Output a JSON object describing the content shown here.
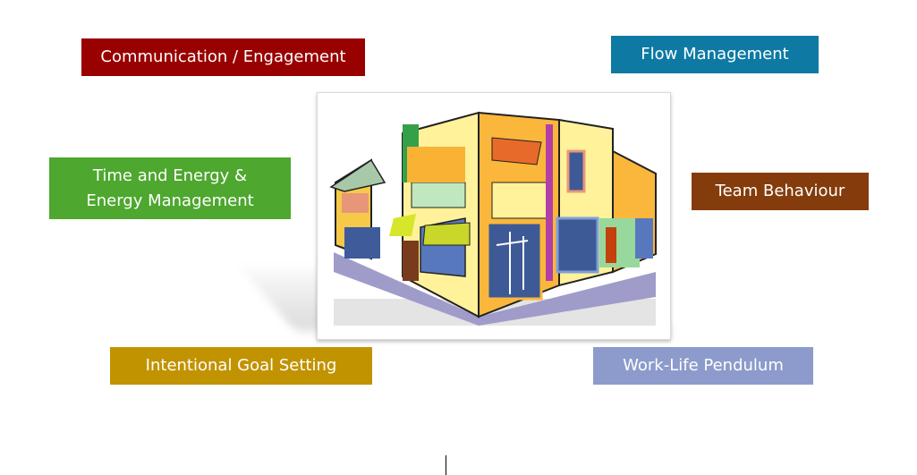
{
  "boxes": {
    "communication": {
      "label": "Communication / Engagement",
      "color": "#990000"
    },
    "flow": {
      "label": "Flow Management",
      "color": "#0E7AA3"
    },
    "time_line1": "Time and Energy &",
    "time_line2": "Energy Management",
    "time_color": "#4EA72E",
    "team": {
      "label": "Team Behaviour",
      "color": "#843C0C"
    },
    "goal": {
      "label": "Intentional Goal Setting",
      "color": "#C29300"
    },
    "work": {
      "label": "Work-Life Pendulum",
      "color": "#8C9BCB"
    }
  },
  "picture": {
    "icon": "building-street-corner-illustration"
  }
}
